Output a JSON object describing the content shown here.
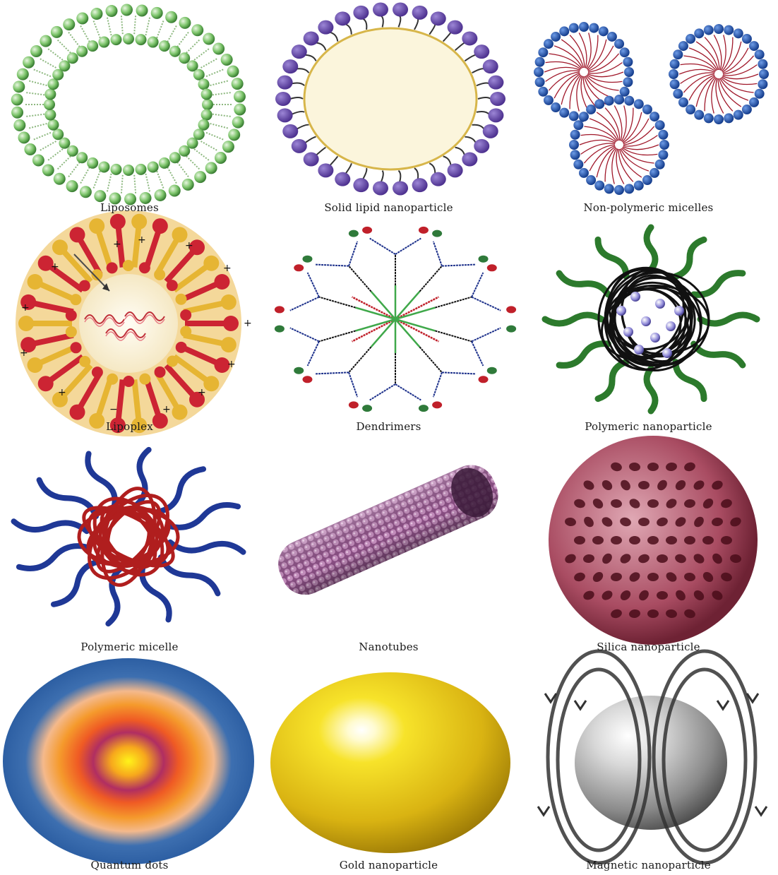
{
  "panels": [
    {
      "label": "Liposomes",
      "icon": "liposome-icon"
    },
    {
      "label": "Solid lipid nanoparticle",
      "icon": "solid-lipid-nanoparticle-icon"
    },
    {
      "label": "Non-polymeric micelles",
      "icon": "non-polymeric-micelle-icon"
    },
    {
      "label": "Lipoplex",
      "icon": "lipoplex-icon"
    },
    {
      "label": "Dendrimers",
      "icon": "dendrimer-icon"
    },
    {
      "label": "Polymeric nanoparticle",
      "icon": "polymeric-nanoparticle-icon"
    },
    {
      "label": "Polymeric micelle",
      "icon": "polymeric-micelle-icon"
    },
    {
      "label": "Nanotubes",
      "icon": "nanotube-icon"
    },
    {
      "label": "Silica nanoparticle",
      "icon": "silica-nanoparticle-icon"
    },
    {
      "label": "Quantum dots",
      "icon": "quantum-dot-icon"
    },
    {
      "label": "Gold nanoparticle",
      "icon": "gold-nanoparticle-icon"
    },
    {
      "label": "Magnetic nanoparticle",
      "icon": "magnetic-nanoparticle-icon"
    }
  ],
  "lipoplex_charges": [
    "+",
    "+",
    "+",
    "+",
    "+",
    "+",
    "+",
    "+",
    "+",
    "+",
    "+",
    "−",
    "+"
  ],
  "colors": {
    "liposome": "#5daa4f",
    "sln_head": "#6a4aa8",
    "sln_core": "#fbf5dc",
    "micelle_head": "#1f4fb0",
    "micelle_tail": "#a0182a",
    "lipoplex_red": "#cc2433",
    "lipoplex_yellow": "#e6b533",
    "dendrimer_core": "#c0202a",
    "dendrimer_green": "#3fa84a",
    "dendrimer_blue": "#1b2f8a",
    "polymer_green": "#2c7a2c",
    "polymer_bead": "#8c86d6",
    "pm_red": "#b01e1e",
    "pm_blue": "#1f3896",
    "nanotube": "#b77fae",
    "silica": "#a34a5c",
    "qd_blue": "#2d5fa3",
    "gold": "#e6c21a",
    "magnetic_sphere": "#9a9a9a"
  }
}
